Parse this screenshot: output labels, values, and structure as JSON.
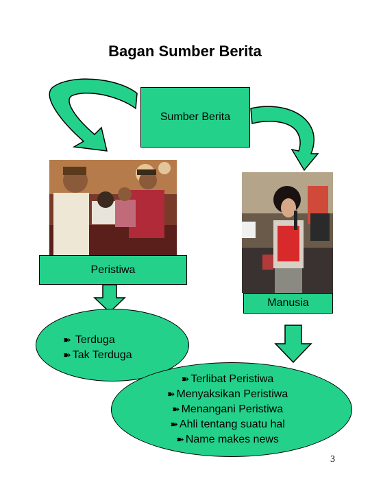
{
  "title": "Bagan Sumber Berita",
  "top_box": {
    "label": "Sumber Berita"
  },
  "left_box": {
    "label": "Peristiwa"
  },
  "right_box": {
    "label": "Manusia"
  },
  "left_ellipse": {
    "marker": "➽",
    "items": [
      "Terduga",
      "Tak Terduga"
    ]
  },
  "right_ellipse": {
    "marker": "➽",
    "items": [
      "Terlibat Peristiwa",
      "Menyaksikan Peristiwa",
      "Menangani Peristiwa",
      "Ahli tentang suatu hal",
      "Name makes news"
    ]
  },
  "page_number": "3",
  "colors": {
    "accent": "#23d18b",
    "border": "#000000"
  },
  "photos": {
    "left": "wedding-ceremony-photo",
    "right": "woman-speaking-microphone-photo"
  }
}
